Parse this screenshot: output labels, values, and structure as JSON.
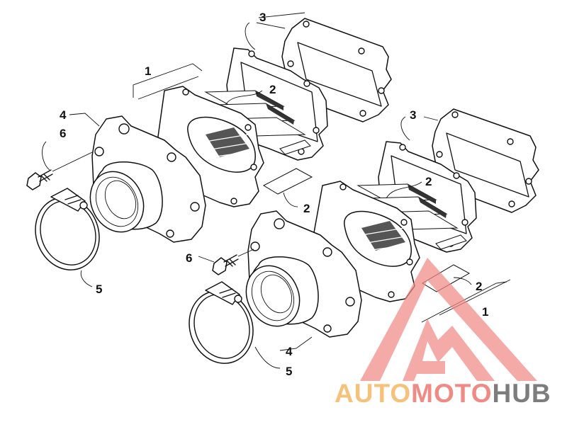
{
  "diagram": {
    "callouts": [
      {
        "id": "c3a",
        "text": "3"
      },
      {
        "id": "c1a",
        "text": "1"
      },
      {
        "id": "c2a",
        "text": "2"
      },
      {
        "id": "c4a",
        "text": "4"
      },
      {
        "id": "c6a",
        "text": "6"
      },
      {
        "id": "c2b",
        "text": "2"
      },
      {
        "id": "c5a",
        "text": "5"
      },
      {
        "id": "c3b",
        "text": "3"
      },
      {
        "id": "c2c",
        "text": "2"
      },
      {
        "id": "c6b",
        "text": "6"
      },
      {
        "id": "c2d",
        "text": "2"
      },
      {
        "id": "c1b",
        "text": "1"
      },
      {
        "id": "c4b",
        "text": "4"
      },
      {
        "id": "c5b",
        "text": "5"
      }
    ]
  },
  "watermark": {
    "part1": "AUTO",
    "part2": "MOTO",
    "part3": "HUB",
    "colors": {
      "auto": "#f6c27a",
      "moto": "#ef8a85",
      "hub": "#7d7d7d",
      "logo": "#f08a84"
    }
  }
}
